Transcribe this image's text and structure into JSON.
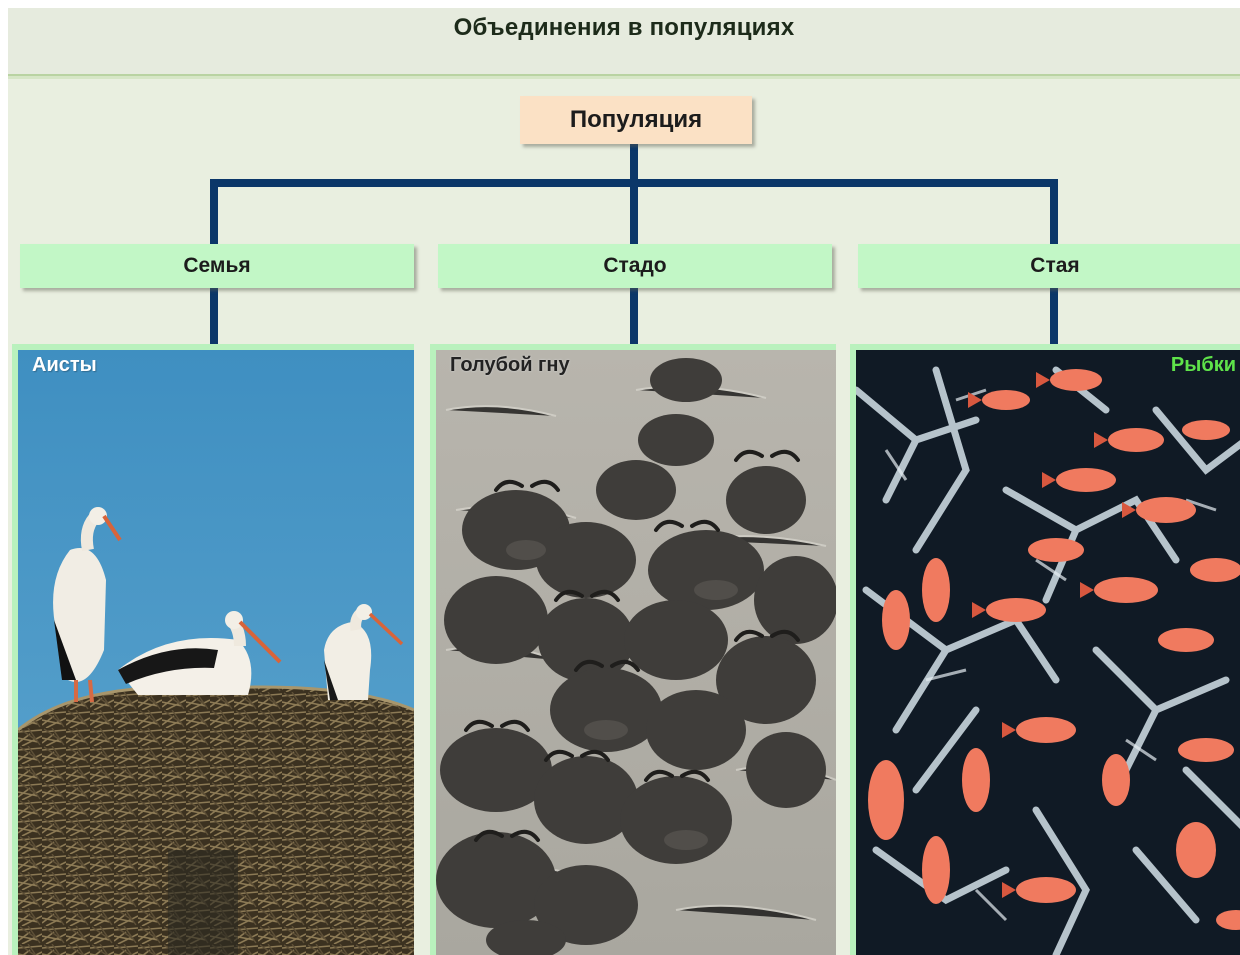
{
  "header": {
    "title": "Объединения в популяциях"
  },
  "diagram": {
    "root": {
      "label": "Популяция"
    },
    "groups": [
      {
        "label": "Семья",
        "photo": {
          "caption": "Аисты",
          "subject": "white storks on a nest"
        }
      },
      {
        "label": "Стадо",
        "photo": {
          "caption": "Голубой гну",
          "subject": "wildebeest herd crossing a river"
        }
      },
      {
        "label": "Стая",
        "photo": {
          "caption": "Рыбки",
          "subject": "school of orange reef fish over coral"
        }
      }
    ]
  },
  "colors": {
    "background": "#e9efe0",
    "root_box": "#fbe1c5",
    "group_box": "#c2f7c6",
    "connector": "#0b3769",
    "caption_fish": "#5fe34a"
  }
}
